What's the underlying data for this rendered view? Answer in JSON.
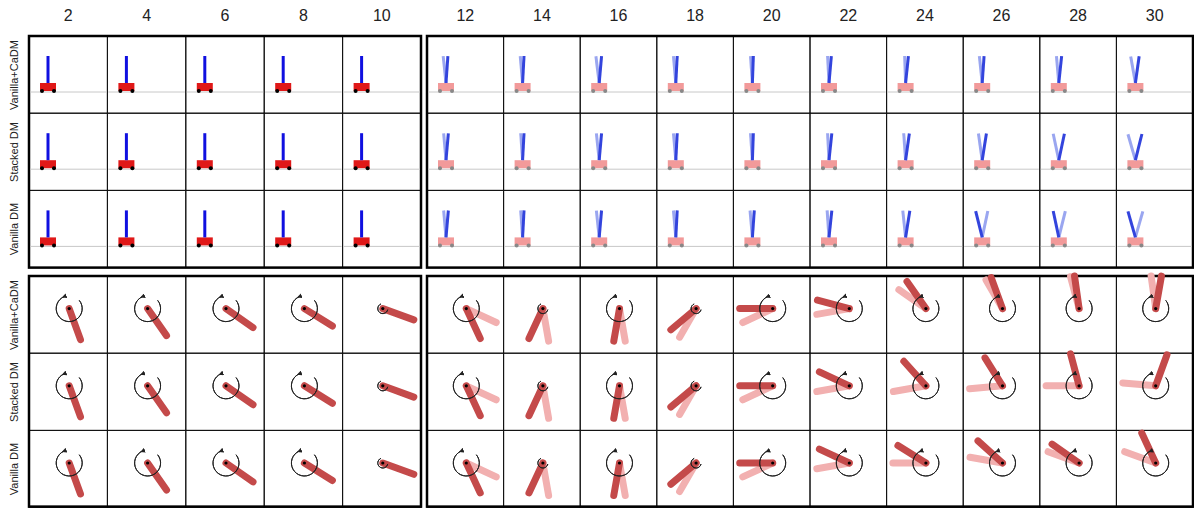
{
  "diagram": {
    "labels": [
      "2",
      "4",
      "6",
      "8",
      "10",
      "12",
      "14",
      "16",
      "18",
      "20",
      "22",
      "24",
      "26",
      "28",
      "30",
      "Vanilla+CaDM",
      "Stacked DM",
      "Vanilla DM",
      "Vanilla+CaDM",
      "Stacked DM",
      "Vanilla DM"
    ]
  }
}
